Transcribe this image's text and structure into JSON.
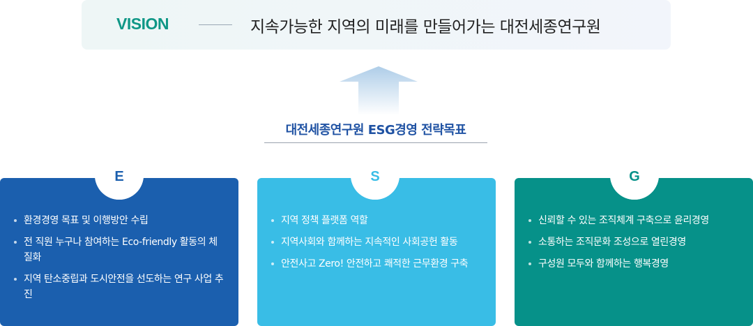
{
  "vision": {
    "label": "VISION",
    "text": "지속가능한 지역의 미래를 만들어가는 대전세종연구원"
  },
  "esg_title": "대전세종연구원 ESG경영 전략목표",
  "cards": [
    {
      "letter": "E",
      "color": "#1b5fae",
      "items": [
        "환경경영 목표 및 이행방안 수립",
        "전 직원 누구나 참여하는 Eco-friendly 활동의 체질화",
        "지역 탄소중립과 도시안전을 선도하는 연구 사업 추진"
      ]
    },
    {
      "letter": "S",
      "color": "#39bde6",
      "items": [
        "지역 정책 플랫폼 역할",
        "지역사회와 함께하는 지속적인 사회공헌 활동",
        "안전사고 Zero! 안전하고 쾌적한 근무환경 구축"
      ]
    },
    {
      "letter": "G",
      "color": "#069189",
      "items": [
        "신뢰할 수 있는 조직체계 구축으로 윤리경영",
        "소통하는 조직문화 조성으로 열린경영",
        "구성원 모두와 함께하는 행복경영"
      ]
    }
  ]
}
